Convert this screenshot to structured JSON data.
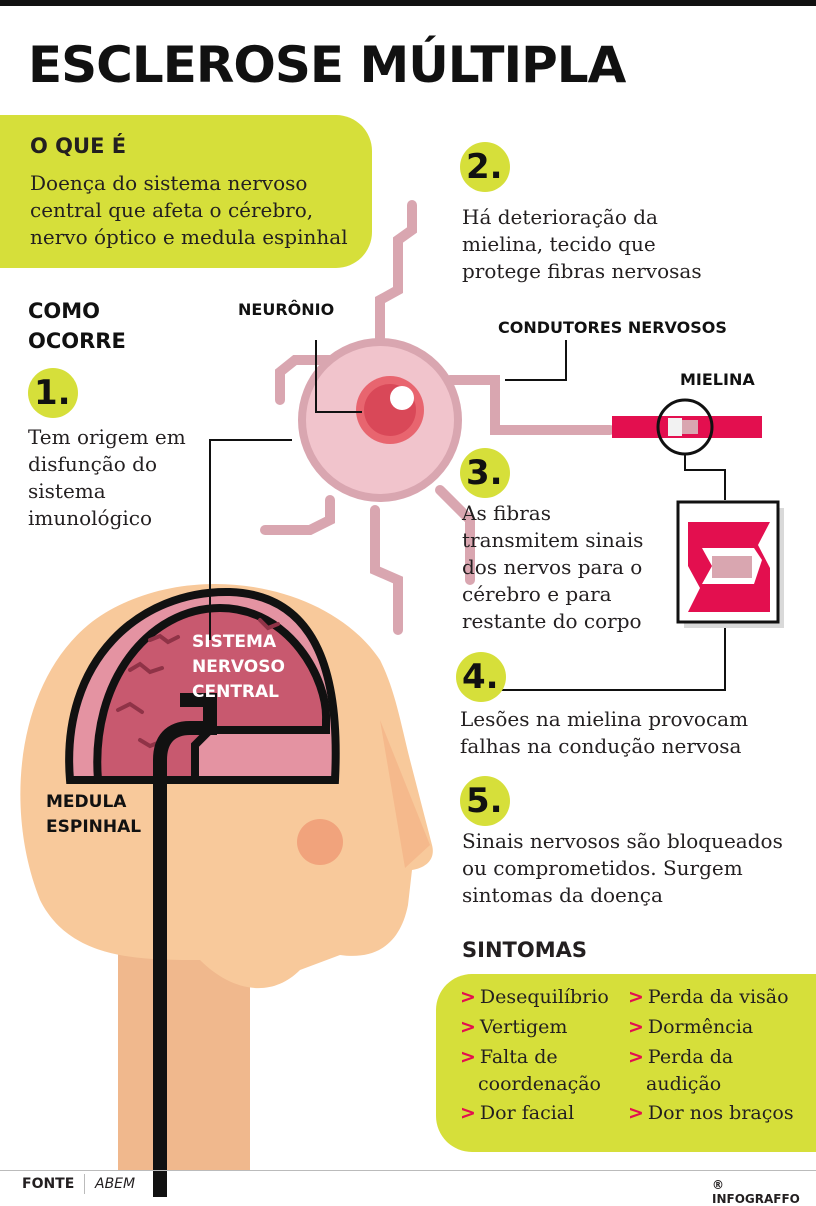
{
  "title": "ESCLEROSE MÚLTIPLA",
  "oque": {
    "heading": "O QUE É",
    "text": "Doença do sistema nervoso central que afeta o cérebro, nervo óptico e medula espinhal"
  },
  "como": {
    "heading_line1": "COMO",
    "heading_line2": "OCORRE"
  },
  "steps": [
    {
      "num": "1.",
      "text": "Tem origem em disfunção do sistema imunológico"
    },
    {
      "num": "2.",
      "text": "Há deterioração da mielina, tecido que protege fibras nervosas"
    },
    {
      "num": "3.",
      "text": "As fibras transmitem sinais dos nervos para o cérebro e para restante do corpo"
    },
    {
      "num": "4.",
      "text": "Lesões na mielina provocam falhas na condução nervosa"
    },
    {
      "num": "5.",
      "text": "Sinais nervosos são bloqueados ou comprometidos. Surgem sintomas da doença"
    }
  ],
  "labels": {
    "neuronio": "NEURÔNIO",
    "condutores": "CONDUTORES NERVOSOS",
    "mielina": "MIELINA",
    "snc_line1": "SISTEMA",
    "snc_line2": "NERVOSO",
    "snc_line3": "CENTRAL",
    "medula_line1": "MEDULA",
    "medula_line2": "ESPINHAL"
  },
  "sintomas": {
    "heading": "SINTOMAS",
    "left": [
      "Desequilíbrio",
      "Vertigem",
      "Falta de coordenação",
      "Dor facial"
    ],
    "right": [
      "Perda da visão",
      "Dormência",
      "Perda da audição",
      "Dor nos braços"
    ]
  },
  "footer": {
    "fonte_label": "FONTE",
    "fonte_value": "ABEM",
    "credit": "® INFOGRAFFO"
  },
  "colors": {
    "lime": "#d6df3a",
    "pink": "#e30f4f",
    "skin": "#f8c99b",
    "brain": "#c8596f",
    "neuron": "#f1c4cc"
  }
}
